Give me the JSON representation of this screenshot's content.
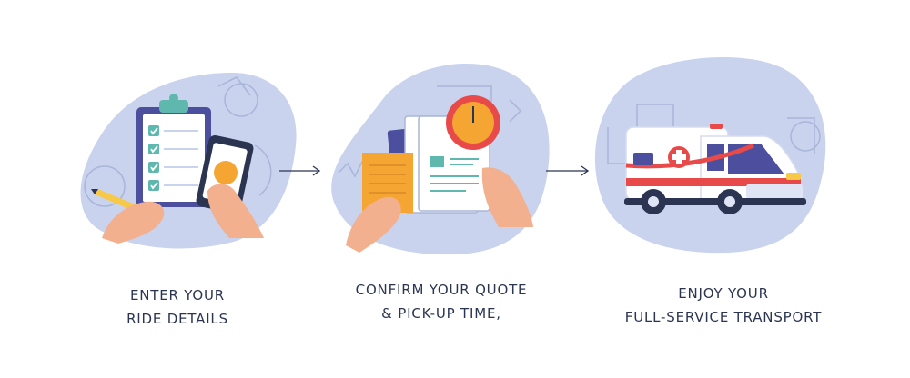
{
  "steps": [
    {
      "line1": "ENTER YOUR",
      "line2": "RIDE DETAILS",
      "icon": "clipboard-phone-icon"
    },
    {
      "line1": "CONFIRM YOUR QUOTE",
      "line2": "& PICK-UP TIME,",
      "icon": "documents-clock-icon"
    },
    {
      "line1": "ENJOY YOUR",
      "line2": "FULL-SERVICE TRANSPORT",
      "icon": "ambulance-icon"
    }
  ],
  "colors": {
    "blob": "#c9d3ee",
    "line_art": "#a9b5d9",
    "navy": "#2b3552",
    "purple": "#4b4f9e",
    "orange": "#f4a532",
    "red": "#e84a4a",
    "skin": "#f2b08e",
    "teal": "#5fb8ad",
    "yellow": "#f7c948"
  }
}
